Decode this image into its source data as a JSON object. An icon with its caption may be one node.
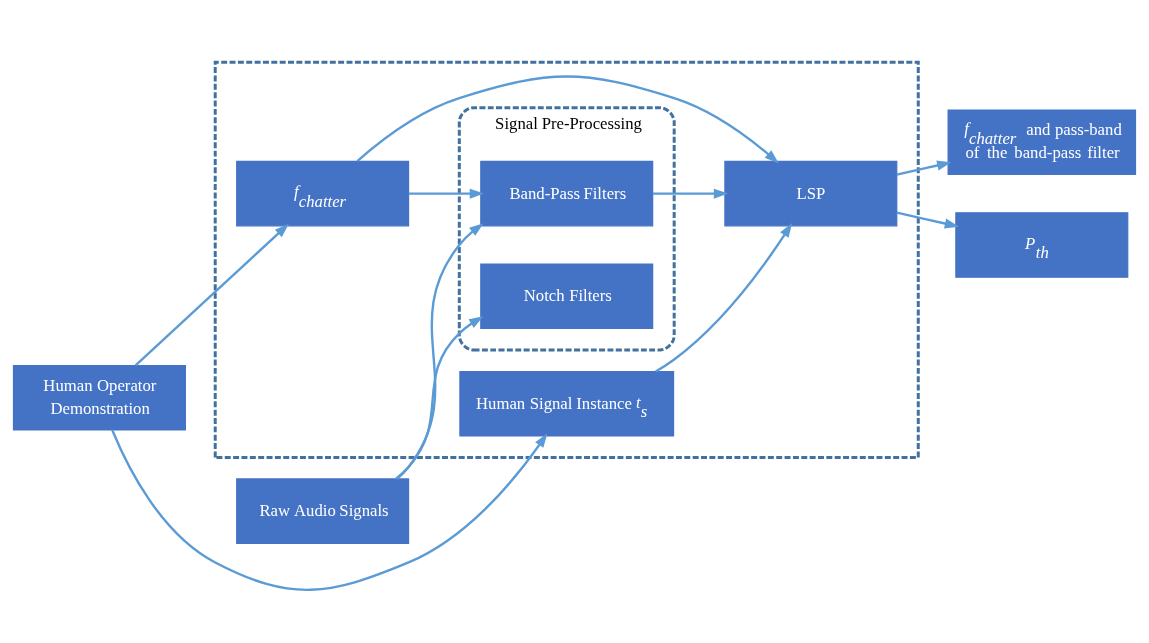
{
  "diagram": {
    "nodes": [
      {
        "text": [],
        "shape": "box"
      },
      {
        "text": [
          "Signal Pre-Processing"
        ],
        "in": 0
      },
      {
        "text": [
          "Notch Filters"
        ],
        "in": 1
      },
      {
        "text": [
          "Band-Pass Filters"
        ],
        "in": 1
      },
      {
        "text": [
          "Raw Audio Signals"
        ]
      },
      {
        "text": [
          "Human Operator Demonstration"
        ]
      },
      {
        "text": [
          "*f*$_{chatter}$"
        ],
        "in": 0
      },
      {
        "text": [
          "Human Signal Instance *t*$_{s}$"
        ],
        "in": 0
      },
      {
        "text": [
          "LSP"
        ],
        "in": 0
      },
      {
        "text": [
          "*f*$_{chatter}$ and pass-band of the band-pass filter"
        ]
      },
      {
        "text": [
          "*P*$_{th}$"
        ]
      }
    ],
    "edges": [
      {
        "from": 4,
        "to": 2,
        "arrow": "to"
      },
      {
        "from": 4,
        "to": 3,
        "arrow": "to"
      },
      {
        "from": 3,
        "to": 8,
        "arrow": "to"
      },
      {
        "from": 6,
        "to": 3,
        "arrow": "to"
      },
      {
        "from": 5,
        "to": 6,
        "arrow": "to"
      },
      {
        "from": 5,
        "to": 7,
        "arrow": "to"
      },
      {
        "from": 6,
        "to": 8,
        "arrow": "to"
      },
      {
        "from": 7,
        "to": 8,
        "arrow": "to"
      },
      {
        "from": 8,
        "to": 9,
        "arrow": "to"
      },
      {
        "from": 8,
        "to": 10,
        "arrow": "to"
      }
    ]
  }
}
